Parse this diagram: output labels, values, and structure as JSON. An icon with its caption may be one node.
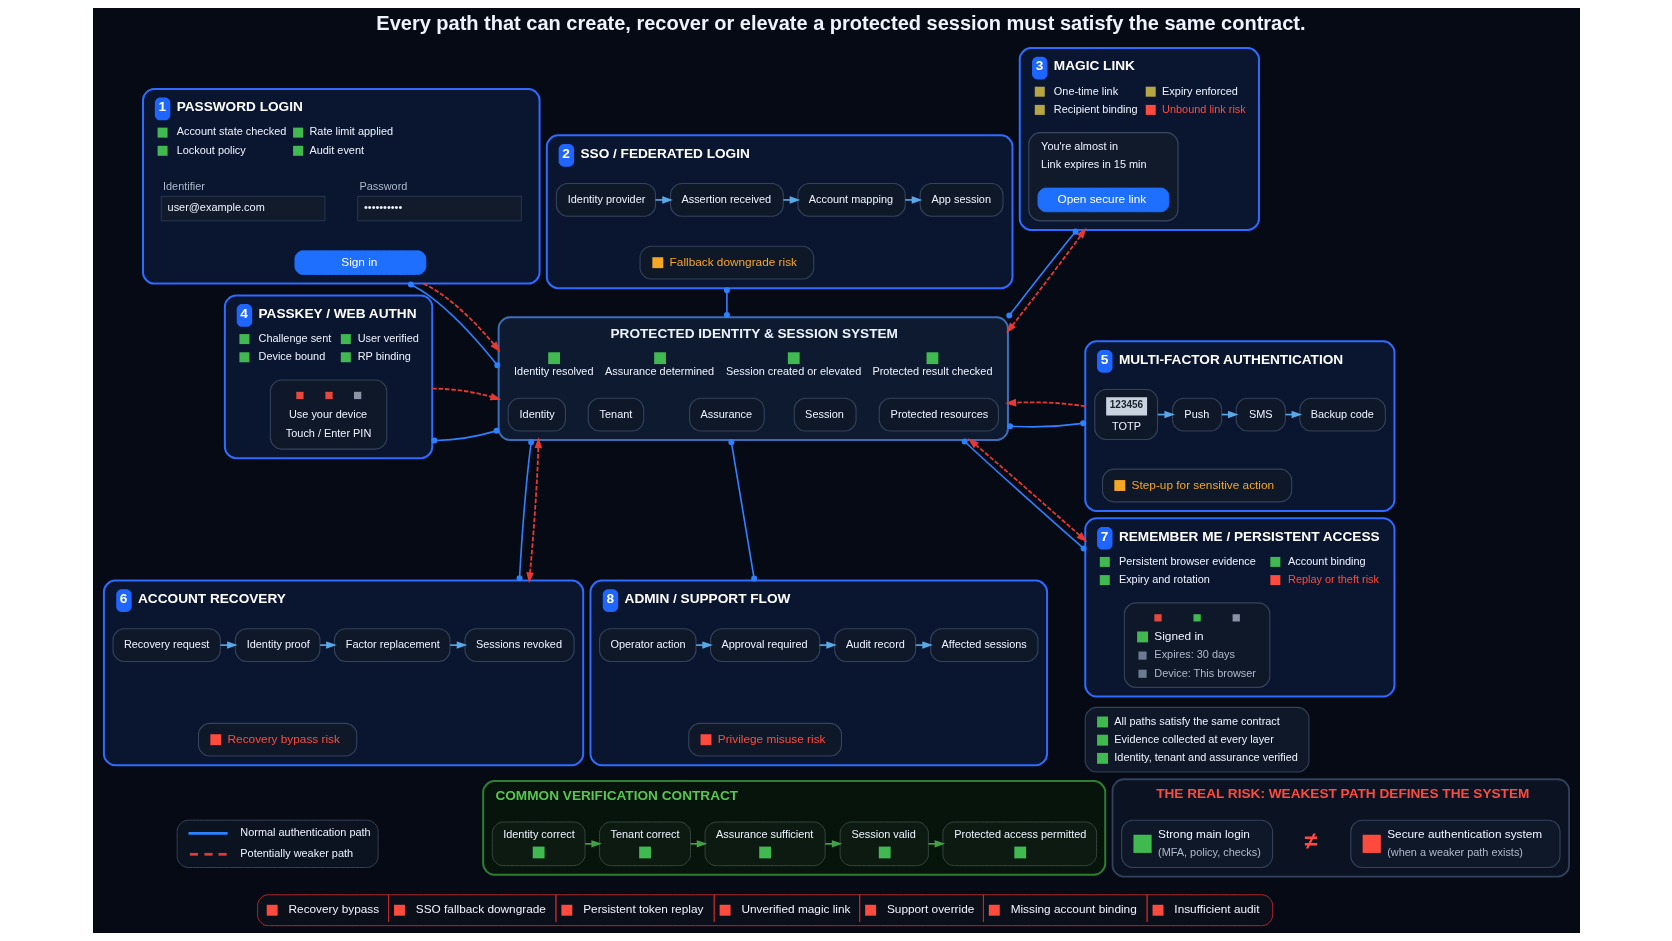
{
  "diagram": {
    "title": "Every path that can create, recover or elevate a protected session must satisfy the same contract.",
    "nodes": [
      {
        "text": [
          "1",
          "PASSWORD LOGIN",
          "Account state checked",
          "Rate limit applied",
          "Lockout policy",
          "Audit event"
        ]
      },
      {
        "text": [
          "Identifier",
          "user@example.com"
        ],
        "in": 0
      },
      {
        "text": [
          "Password",
          "••••••••••"
        ],
        "in": 0
      },
      {
        "text": [
          "Sign in"
        ],
        "in": 0
      },
      {
        "text": [
          "2",
          "SSO / FEDERATED LOGIN"
        ]
      },
      {
        "text": [
          "Identity provider"
        ],
        "in": 4
      },
      {
        "text": [
          "Assertion received"
        ],
        "in": 4
      },
      {
        "text": [
          "Account mapping"
        ],
        "in": 4
      },
      {
        "text": [
          "App session"
        ],
        "in": 4
      },
      {
        "text": [
          "Fallback downgrade risk"
        ],
        "in": 4
      },
      {
        "text": [
          "3",
          "MAGIC LINK",
          "One-time link",
          "Expiry enforced",
          "Recipient binding",
          "Unbound link risk"
        ]
      },
      {
        "text": [
          "You're almost in",
          "Link expires in 15 min"
        ],
        "in": 10
      },
      {
        "text": [
          "Open secure link"
        ],
        "in": 11
      },
      {
        "text": [
          "4",
          "PASSKEY / WEB AUTHN",
          "Challenge sent",
          "User verified",
          "Device bound",
          "RP binding"
        ]
      },
      {
        "text": [
          "Use your device",
          "Touch / Enter PIN"
        ],
        "in": 13
      },
      {
        "text": [
          "PROTECTED IDENTITY & SESSION SYSTEM",
          "Identity resolved",
          "Assurance determined",
          "Session created or elevated",
          "Protected result checked"
        ]
      },
      {
        "text": [
          "Identity"
        ],
        "in": 15
      },
      {
        "text": [
          "Tenant"
        ],
        "in": 15
      },
      {
        "text": [
          "Assurance"
        ],
        "in": 15
      },
      {
        "text": [
          "Session"
        ],
        "in": 15
      },
      {
        "text": [
          "Protected resources"
        ],
        "in": 15
      },
      {
        "text": [
          "5",
          "MULTI-FACTOR AUTHENTICATION"
        ]
      },
      {
        "text": [
          "123456",
          "TOTP"
        ],
        "in": 21
      },
      {
        "text": [
          "Push"
        ],
        "in": 21
      },
      {
        "text": [
          "SMS"
        ],
        "in": 21
      },
      {
        "text": [
          "Backup code"
        ],
        "in": 21
      },
      {
        "text": [
          "Step-up for sensitive action"
        ],
        "in": 21
      },
      {
        "text": [
          "6",
          "ACCOUNT RECOVERY"
        ]
      },
      {
        "text": [
          "Recovery request"
        ],
        "in": 27
      },
      {
        "text": [
          "Identity proof"
        ],
        "in": 27
      },
      {
        "text": [
          "Factor replacement"
        ],
        "in": 27
      },
      {
        "text": [
          "Sessions revoked"
        ],
        "in": 27
      },
      {
        "text": [
          "Recovery bypass risk"
        ],
        "in": 27
      },
      {
        "text": [
          "7",
          "REMEMBER ME / PERSISTENT ACCESS",
          "Persistent browser evidence",
          "Account binding",
          "Expiry and rotation",
          "Replay or theft risk"
        ]
      },
      {
        "text": [
          "Signed in",
          "Expires: 30 days",
          "Device: This browser"
        ],
        "in": 33
      },
      {
        "text": [
          "8",
          "ADMIN / SUPPORT FLOW"
        ]
      },
      {
        "text": [
          "Operator action"
        ],
        "in": 35
      },
      {
        "text": [
          "Approval required"
        ],
        "in": 35
      },
      {
        "text": [
          "Audit record"
        ],
        "in": 35
      },
      {
        "text": [
          "Affected sessions"
        ],
        "in": 35
      },
      {
        "text": [
          "Privilege misuse risk"
        ],
        "in": 35
      },
      {
        "text": [
          "All paths satisfy the same contract",
          "Evidence collected at every layer",
          "Identity, tenant and assurance verified"
        ]
      },
      {
        "text": [
          "COMMON VERIFICATION CONTRACT"
        ]
      },
      {
        "text": [
          "Identity correct"
        ],
        "in": 42
      },
      {
        "text": [
          "Tenant correct"
        ],
        "in": 42
      },
      {
        "text": [
          "Assurance sufficient"
        ],
        "in": 42
      },
      {
        "text": [
          "Session valid"
        ],
        "in": 42
      },
      {
        "text": [
          "Protected access permitted"
        ],
        "in": 42
      },
      {
        "text": [
          "THE REAL RISK: WEAKEST PATH DEFINES THE SYSTEM"
        ]
      },
      {
        "text": [
          "Strong main login",
          "(MFA, policy, checks)"
        ],
        "in": 48
      },
      {
        "text": [
          "Secure authentication system",
          "(when a weaker path exists)"
        ],
        "in": 48
      },
      {
        "text": [
          "Recovery bypass",
          "SSO fallback downgrade",
          "Persistent token replay",
          "Unverified magic link",
          "Support override",
          "Missing account binding",
          "Insufficient audit"
        ]
      }
    ],
    "edges": [
      {
        "from": 0,
        "to": 15,
        "arrow": "other",
        "color": "#2f80ff"
      },
      {
        "from": 4,
        "to": 15,
        "arrow": "other",
        "color": "#2f80ff"
      },
      {
        "from": 10,
        "to": 15,
        "arrow": "other",
        "color": "#2f80ff"
      },
      {
        "from": 13,
        "to": 15,
        "arrow": "other",
        "color": "#2f80ff"
      },
      {
        "from": 21,
        "to": 15,
        "arrow": "other",
        "color": "#2f80ff"
      },
      {
        "from": 27,
        "to": 15,
        "arrow": "other",
        "color": "#2f80ff"
      },
      {
        "from": 33,
        "to": 15,
        "arrow": "other",
        "color": "#2f80ff"
      },
      {
        "from": 35,
        "to": 15,
        "arrow": "other",
        "color": "#2f80ff"
      },
      {
        "from": 0,
        "to": 15,
        "arrow": "to",
        "style": "dashed",
        "color": "#e53935"
      },
      {
        "from": 10,
        "to": 15,
        "arrow": "both",
        "style": "dashed",
        "color": "#e53935"
      },
      {
        "from": 13,
        "to": 15,
        "arrow": "to",
        "style": "dashed",
        "color": "#e53935"
      },
      {
        "from": 21,
        "to": 15,
        "arrow": "to",
        "style": "dashed",
        "color": "#e53935"
      },
      {
        "from": 27,
        "to": 15,
        "arrow": "both",
        "style": "dashed",
        "color": "#e53935"
      },
      {
        "from": 33,
        "to": 15,
        "arrow": "both",
        "style": "dashed",
        "color": "#e53935"
      },
      {
        "from": 5,
        "to": 6,
        "arrow": "to"
      },
      {
        "from": 6,
        "to": 7,
        "arrow": "to"
      },
      {
        "from": 7,
        "to": 8,
        "arrow": "to"
      },
      {
        "from": 22,
        "to": 23,
        "arrow": "to"
      },
      {
        "from": 23,
        "to": 24,
        "arrow": "to"
      },
      {
        "from": 24,
        "to": 25,
        "arrow": "to"
      },
      {
        "from": 28,
        "to": 29,
        "arrow": "to"
      },
      {
        "from": 29,
        "to": 30,
        "arrow": "to"
      },
      {
        "from": 30,
        "to": 31,
        "arrow": "to"
      },
      {
        "from": 36,
        "to": 37,
        "arrow": "to"
      },
      {
        "from": 37,
        "to": 38,
        "arrow": "to"
      },
      {
        "from": 38,
        "to": 39,
        "arrow": "to"
      },
      {
        "from": 43,
        "to": 44,
        "arrow": "to",
        "color": "#43a047"
      },
      {
        "from": 44,
        "to": 45,
        "arrow": "to",
        "color": "#43a047"
      },
      {
        "from": 45,
        "to": 46,
        "arrow": "to",
        "color": "#43a047"
      },
      {
        "from": 46,
        "to": 47,
        "arrow": "to",
        "color": "#43a047"
      }
    ],
    "labels": [
      "≠"
    ],
    "legend": [
      {
        "text": "Normal authentication path"
      },
      {
        "text": "Potentially weaker path"
      }
    ]
  }
}
